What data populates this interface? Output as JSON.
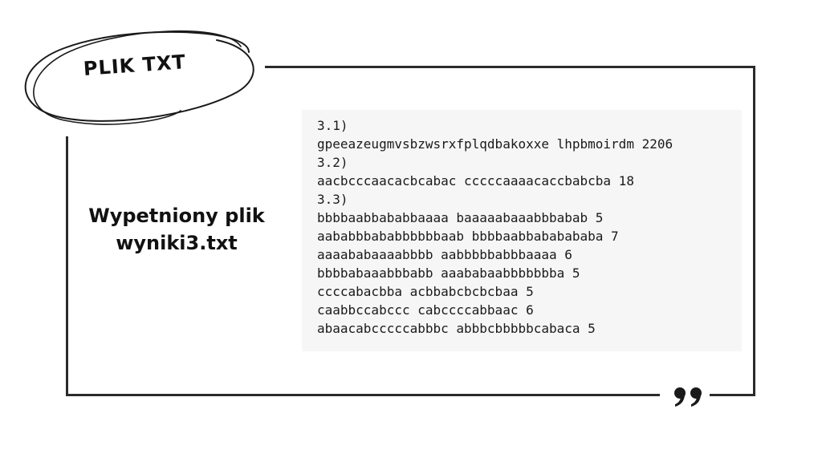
{
  "title": "PLIK TXT",
  "caption": [
    "Wypetniony plik",
    "wyniki3.txt"
  ],
  "code_lines": [
    "3.1)",
    "gpeeazeugmvsbzwsrxfplqdbakoxxe lhpbmoirdm 2206",
    "3.2)",
    "aacbcccaacacbcabac cccccaaaacaccbabcba 18",
    "3.3)",
    "bbbbaabbababbaaaa baaaaabaaabbbabab 5",
    "aababbbababbbbbbaab bbbbaabbababababa 7",
    "aaaababaaaabbbb aabbbbbabbbaaaa 6",
    "bbbbabaaabbbabb aaababaabbbbbbba 5",
    "ccccabacbba acbbabcbcbcbaa 5",
    "caabbccabccc cabccccabbaac 6",
    "abaacabcccccabbbc abbbcbbbbbcabaca 5"
  ],
  "colors": {
    "line": "#2b2b2b",
    "code_bg": "#f6f6f6",
    "text": "#111111"
  },
  "icons": {
    "quote": "double-quote-icon"
  }
}
